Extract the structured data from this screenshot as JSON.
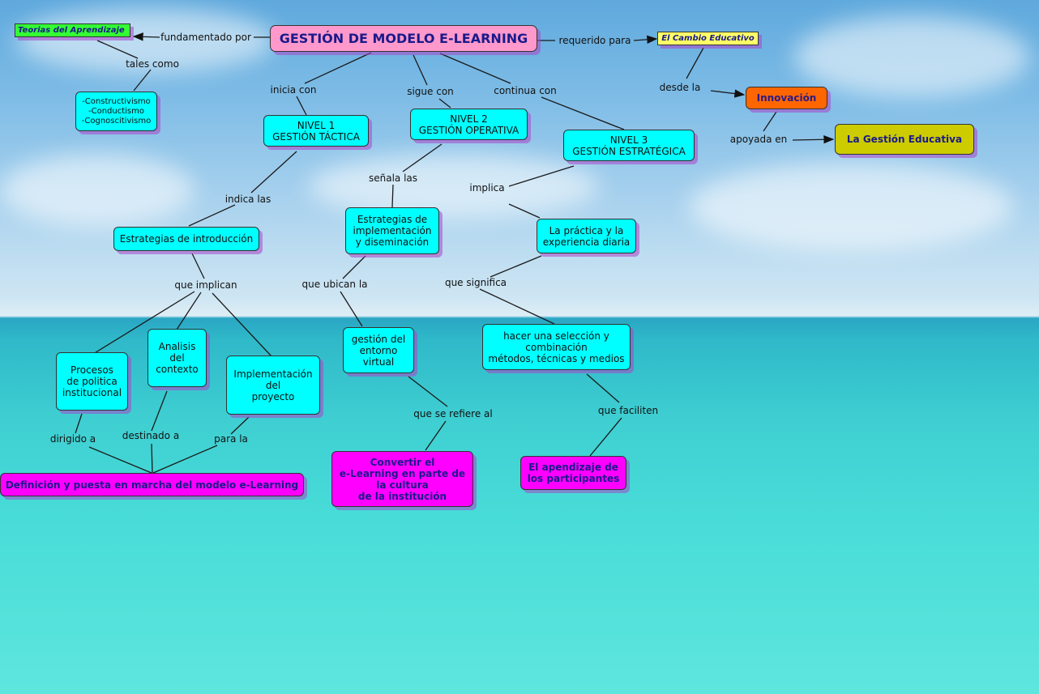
{
  "nodes": {
    "main": "GESTIÓN DE MODELO E-LEARNING",
    "teorias": "Teorias del Aprendizaje",
    "cambio": "El Cambio Educativo",
    "innovacion": "Innovación",
    "gestion_educativa": "La Gestión Educativa",
    "teorias_lista": "-Constructivismo\n-Conductismo\n-Cognoscitivismo",
    "nivel1": "NIVEL 1\nGESTIÓN TÁCTICA",
    "nivel2": "NIVEL 2\nGESTIÓN OPERATIVA",
    "nivel3": "NIVEL 3\nGESTIÓN ESTRATÉGICA",
    "estrategias_intro": "Estrategias de introducción",
    "estrategias_impl": "Estrategias de\nimplementación\ny diseminación",
    "practica": "La práctica y la\nexperiencia diaria",
    "procesos": "Procesos\nde politica\ninstitucional",
    "analisis": "Analisis\ndel\ncontexto",
    "implementacion": "Implementación\ndel\nproyecto",
    "entorno": "gestión del\nentorno\nvirtual",
    "seleccion": "hacer una selección y\ncombinación\nmétodos, técnicas y medios",
    "definicion": "Definición y puesta en marcha del modelo e-Learning",
    "convertir": "Convertir el\ne-Learning en parte de\nla cultura\nde la institución",
    "aprendizaje": "El apendizaje de\nlos participantes"
  },
  "links": {
    "fundamentado": "fundamentado por",
    "requerido": "requerido para",
    "tales": "tales como",
    "desde": "desde la",
    "apoyada": "apoyada en",
    "inicia": "inicia con",
    "sigue": "sigue con",
    "continua": "continua con",
    "indica": "indica las",
    "senala": "señala las",
    "implica": "implica",
    "implican": "que implican",
    "ubican": "que ubican la",
    "significa": "que significa",
    "dirigido": "dirigido a",
    "destinado": "destinado a",
    "parala": "para la",
    "refiere": "que se refiere al",
    "faciliten": "que faciliten"
  }
}
